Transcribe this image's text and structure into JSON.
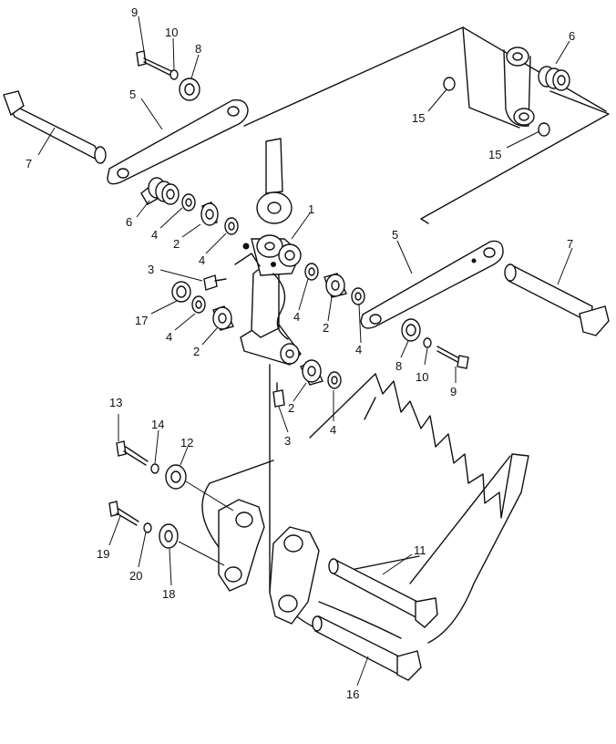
{
  "callouts": [
    {
      "id": "c9a",
      "text": "9"
    },
    {
      "id": "c10a",
      "text": "10"
    },
    {
      "id": "c8a",
      "text": "8"
    },
    {
      "id": "c6a",
      "text": "6"
    },
    {
      "id": "c5a",
      "text": "5"
    },
    {
      "id": "c7a",
      "text": "7"
    },
    {
      "id": "c15a",
      "text": "15"
    },
    {
      "id": "c15b",
      "text": "15"
    },
    {
      "id": "c1",
      "text": "1"
    },
    {
      "id": "c6b",
      "text": "6"
    },
    {
      "id": "c4a",
      "text": "4"
    },
    {
      "id": "c2a",
      "text": "2"
    },
    {
      "id": "c4b",
      "text": "4"
    },
    {
      "id": "c3a",
      "text": "3"
    },
    {
      "id": "c17",
      "text": "17"
    },
    {
      "id": "c4c",
      "text": "4"
    },
    {
      "id": "c2b",
      "text": "2"
    },
    {
      "id": "c4d",
      "text": "4"
    },
    {
      "id": "c2c",
      "text": "2"
    },
    {
      "id": "c4e",
      "text": "4"
    },
    {
      "id": "c5b",
      "text": "5"
    },
    {
      "id": "c7b",
      "text": "7"
    },
    {
      "id": "c8b",
      "text": "8"
    },
    {
      "id": "c10b",
      "text": "10"
    },
    {
      "id": "c9b",
      "text": "9"
    },
    {
      "id": "c2d",
      "text": "2"
    },
    {
      "id": "c4f",
      "text": "4"
    },
    {
      "id": "c3b",
      "text": "3"
    },
    {
      "id": "c13",
      "text": "13"
    },
    {
      "id": "c14",
      "text": "14"
    },
    {
      "id": "c12",
      "text": "12"
    },
    {
      "id": "c11",
      "text": "11"
    },
    {
      "id": "c19",
      "text": "19"
    },
    {
      "id": "c20",
      "text": "20"
    },
    {
      "id": "c18",
      "text": "18"
    },
    {
      "id": "c16",
      "text": "16"
    }
  ]
}
